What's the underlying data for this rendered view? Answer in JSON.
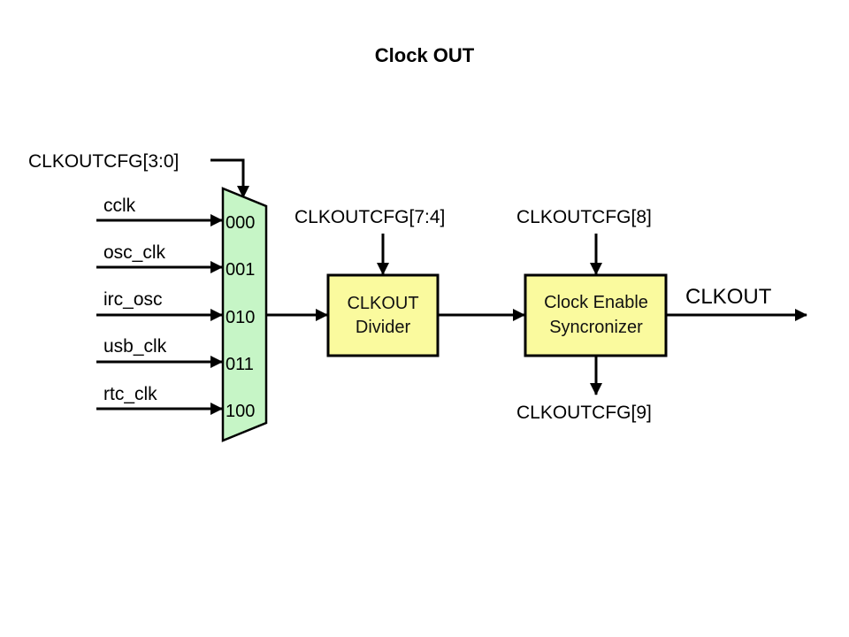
{
  "title": "Clock OUT",
  "colors": {
    "mux_fill": "#c6f5c6",
    "block_fill": "#fafa9e",
    "stroke": "#000000"
  },
  "mux": {
    "select_label": "CLKOUTCFG[3:0]",
    "inputs": [
      {
        "signal": "cclk",
        "code": "000"
      },
      {
        "signal": "osc_clk",
        "code": "001"
      },
      {
        "signal": "irc_osc",
        "code": "010"
      },
      {
        "signal": "usb_clk",
        "code": "011"
      },
      {
        "signal": "rtc_clk",
        "code": "100"
      }
    ]
  },
  "divider": {
    "line1": "CLKOUT",
    "line2": "Divider",
    "control_label": "CLKOUTCFG[7:4]"
  },
  "synchronizer": {
    "line1": "Clock Enable",
    "line2": "Syncronizer",
    "control_in_label": "CLKOUTCFG[8]",
    "status_out_label": "CLKOUTCFG[9]"
  },
  "output_label": "CLKOUT"
}
